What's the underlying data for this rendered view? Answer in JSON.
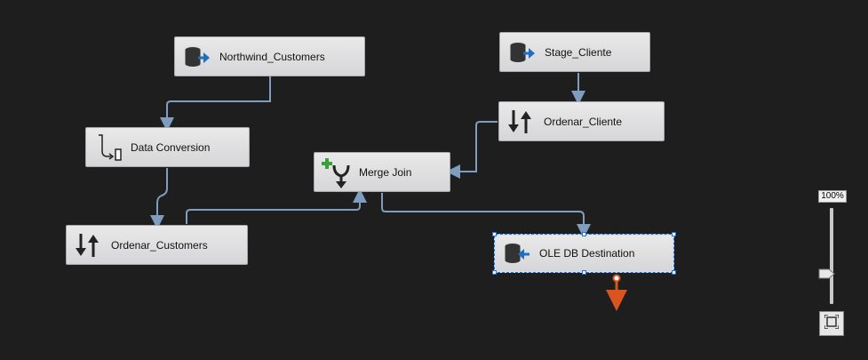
{
  "nodes": {
    "northwind_customers": "Northwind_Customers",
    "stage_cliente": "Stage_Cliente",
    "ordenar_cliente": "Ordenar_Cliente",
    "data_conversion": "Data Conversion",
    "merge_join": "Merge Join",
    "ordenar_customers": "Ordenar_Customers",
    "ole_db_destination": "OLE DB Destination"
  },
  "zoom": {
    "label": "100%",
    "level": 1.0
  },
  "colors": {
    "canvas": "#1e1e1e",
    "connector": "#7f9dbf",
    "error_output": "#d9541e",
    "selection": "#1e73d8",
    "source_arrow": "#1d6fc4",
    "merge_plus": "#3aa13a"
  },
  "icons": {
    "source": "db-source-icon",
    "destination": "db-destination-icon",
    "sort": "sort-icon",
    "conversion": "data-conversion-icon",
    "merge": "merge-join-icon",
    "fit": "fit-to-window-icon"
  }
}
